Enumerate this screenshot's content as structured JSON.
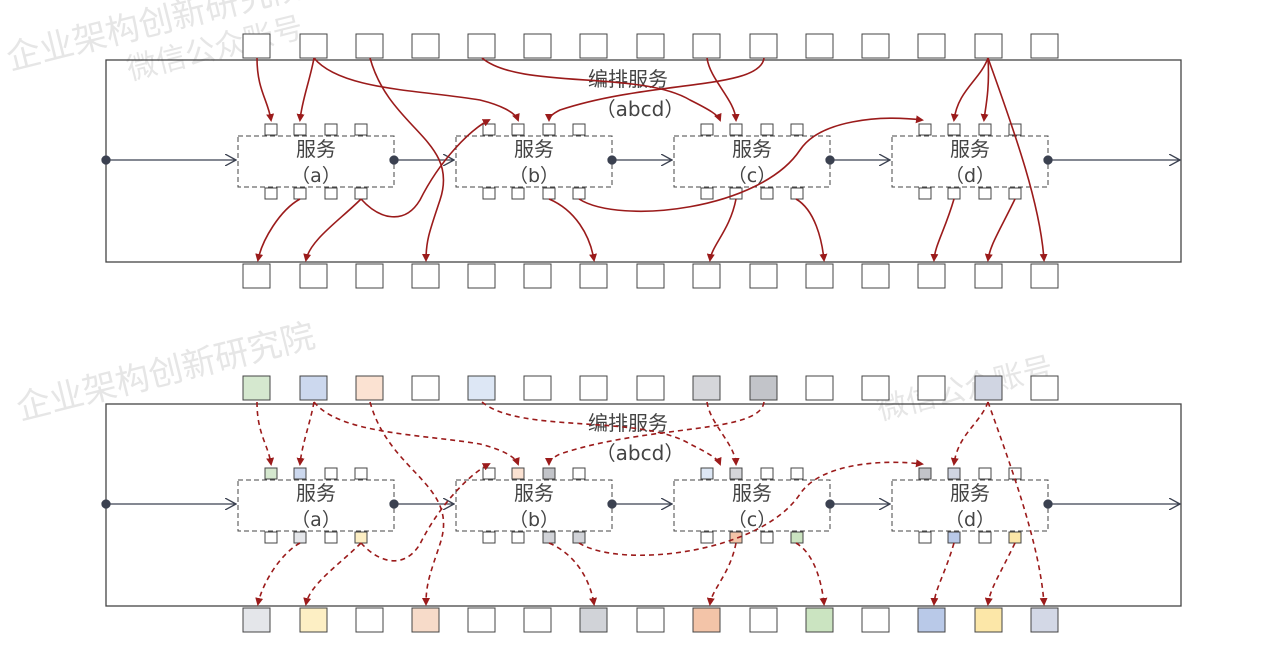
{
  "watermark": {
    "line1": "企业架构创新研究院",
    "line2": "微信公众账号"
  },
  "colors": {
    "arrow": "#9b1b1b",
    "connector": "#3b4150",
    "box_stroke": "#444444",
    "background": "#ffffff"
  },
  "panels": [
    {
      "orchestrator": {
        "title": "编排服务",
        "subtitle": "（abcd）"
      },
      "line_style": "solid",
      "services": [
        {
          "title": "服务",
          "subtitle": "（a）"
        },
        {
          "title": "服务",
          "subtitle": "（b）"
        },
        {
          "title": "服务",
          "subtitle": "（c）"
        },
        {
          "title": "服务",
          "subtitle": "（d）"
        }
      ],
      "top_port_colors": [
        "#ffffff",
        "#ffffff",
        "#ffffff",
        "#ffffff",
        "#ffffff",
        "#ffffff",
        "#ffffff",
        "#ffffff",
        "#ffffff",
        "#ffffff",
        "#ffffff",
        "#ffffff",
        "#ffffff",
        "#ffffff",
        "#ffffff"
      ],
      "bottom_port_colors": [
        "#ffffff",
        "#ffffff",
        "#ffffff",
        "#ffffff",
        "#ffffff",
        "#ffffff",
        "#ffffff",
        "#ffffff",
        "#ffffff",
        "#ffffff",
        "#ffffff",
        "#ffffff",
        "#ffffff",
        "#ffffff",
        "#ffffff"
      ],
      "service_top_port_colors": [
        [
          "#ffffff",
          "#ffffff",
          "#ffffff",
          "#ffffff"
        ],
        [
          "#ffffff",
          "#ffffff",
          "#ffffff",
          "#ffffff"
        ],
        [
          "#ffffff",
          "#ffffff",
          "#ffffff",
          "#ffffff"
        ],
        [
          "#ffffff",
          "#ffffff",
          "#ffffff",
          "#ffffff"
        ]
      ],
      "service_bottom_port_colors": [
        [
          "#ffffff",
          "#ffffff",
          "#ffffff",
          "#ffffff"
        ],
        [
          "#ffffff",
          "#ffffff",
          "#ffffff",
          "#ffffff"
        ],
        [
          "#ffffff",
          "#ffffff",
          "#ffffff",
          "#ffffff"
        ],
        [
          "#ffffff",
          "#ffffff",
          "#ffffff",
          "#ffffff"
        ]
      ]
    },
    {
      "orchestrator": {
        "title": "编排服务",
        "subtitle": "（abcd）"
      },
      "line_style": "dashed",
      "services": [
        {
          "title": "服务",
          "subtitle": "（a）"
        },
        {
          "title": "服务",
          "subtitle": "（b）"
        },
        {
          "title": "服务",
          "subtitle": "（c）"
        },
        {
          "title": "服务",
          "subtitle": "（d）"
        }
      ],
      "top_port_colors": [
        "#d5e8cf",
        "#ccd8ee",
        "#fbe2d2",
        "#ffffff",
        "#dde7f5",
        "#ffffff",
        "#ffffff",
        "#ffffff",
        "#d5d6da",
        "#c2c4c9",
        "#ffffff",
        "#ffffff",
        "#ffffff",
        "#d0d5e2",
        "#ffffff"
      ],
      "bottom_port_colors": [
        "#e4e6ea",
        "#fdefc4",
        "#ffffff",
        "#f7dbc9",
        "#ffffff",
        "#ffffff",
        "#d1d3d8",
        "#ffffff",
        "#f3c4a8",
        "#ffffff",
        "#cbe4c1",
        "#ffffff",
        "#b9c9e8",
        "#fce7a8",
        "#d3d8e6"
      ],
      "service_top_port_colors": [
        [
          "#d5e8cf",
          "#ccd8ee",
          "#ffffff",
          "#ffffff"
        ],
        [
          "#ffffff",
          "#fbe2d2",
          "#c2c4c9",
          "#ffffff"
        ],
        [
          "#dde7f5",
          "#d5d6da",
          "#ffffff",
          "#ffffff"
        ],
        [
          "#c2c4c9",
          "#d0d5e2",
          "#ffffff",
          "#ffffff"
        ]
      ],
      "service_bottom_port_colors": [
        [
          "#ffffff",
          "#e4e6ea",
          "#ffffff",
          "#fdefc4"
        ],
        [
          "#ffffff",
          "#ffffff",
          "#d1d3d8",
          "#d1d3d8"
        ],
        [
          "#ffffff",
          "#f3c4a8",
          "#ffffff",
          "#cbe4c1"
        ],
        [
          "#ffffff",
          "#b9c9e8",
          "#ffffff",
          "#fce7a8"
        ]
      ]
    }
  ]
}
